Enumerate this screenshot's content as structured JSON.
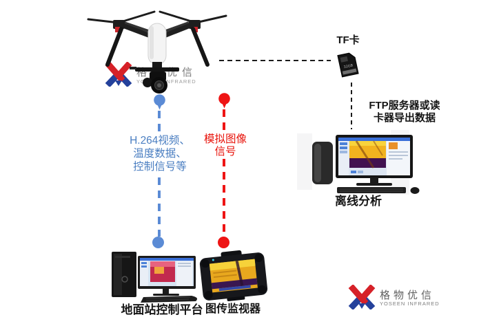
{
  "labels": {
    "tf_card": "TF卡",
    "ftp_line1": "FTP服务器或读",
    "ftp_line2": "卡器导出数据",
    "offline_analysis": "离线分析",
    "ground_station": "地面站控制平台",
    "video_monitor": "图传监视器"
  },
  "blue_link": {
    "line1": "H.264视频、",
    "line2": "温度数据、",
    "line3": "控制信号等",
    "color": "#4a7ec1"
  },
  "red_link": {
    "line1": "模拟图像",
    "line2": "信号",
    "color": "#e8140c"
  },
  "logo": {
    "cn": "格物优信",
    "en": "YOSEEN INFRARED"
  },
  "watermark": {
    "cn": "格物优信",
    "en": "YOSEEN INFRARED"
  },
  "icons": {
    "drone": "drone-photo",
    "tf_card": "micro-sd-card",
    "offline_computer": "desktop-computer-thermal-software",
    "ground_computer": "desktop-computer-ground-station",
    "rugged_monitor": "rugged-video-monitor"
  },
  "colors": {
    "blue_accent": "#5b8bd5",
    "red_accent": "#ee1414",
    "dash_black": "#1b1b1b"
  }
}
